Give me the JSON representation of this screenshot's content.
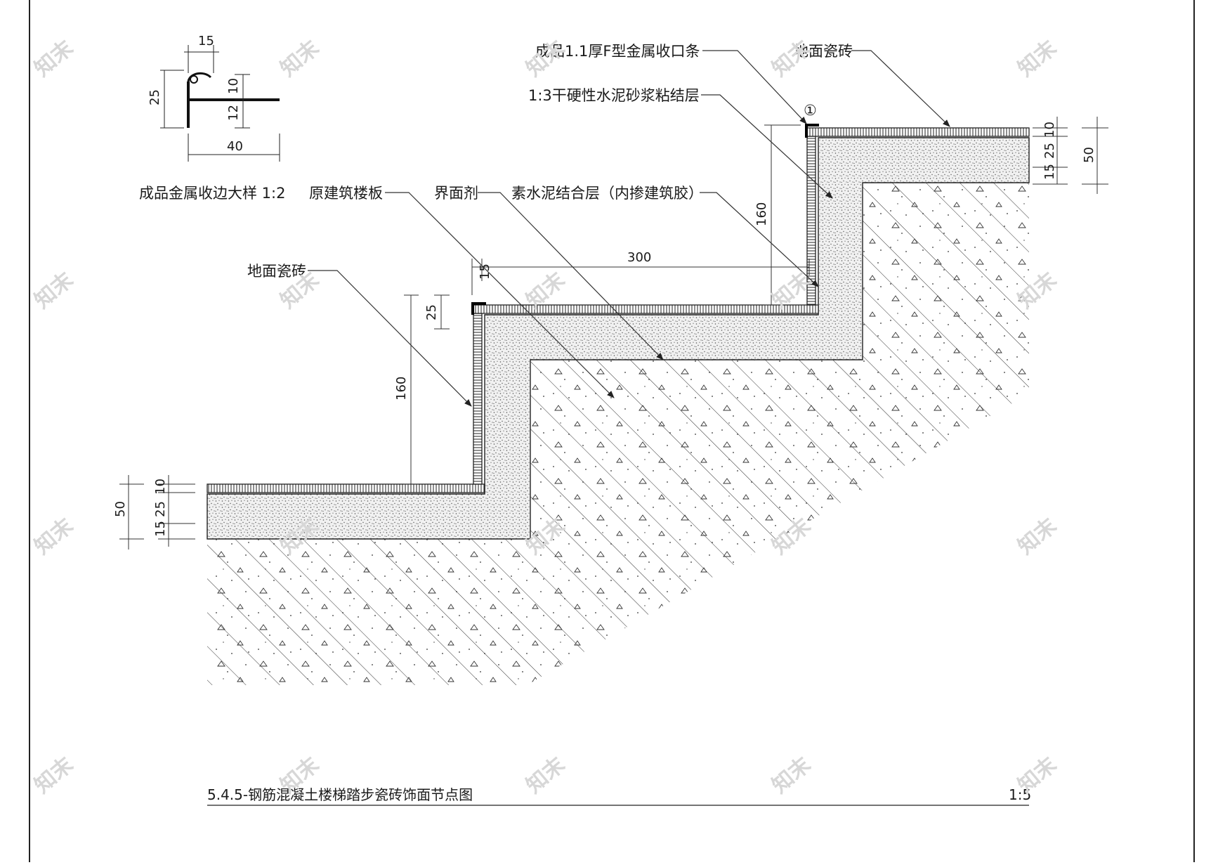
{
  "drawing": {
    "title": "5.4.5-钢筋混凝土楼梯踏步瓷砖饰面节点图",
    "scale": "1:5",
    "callout_marker": "①"
  },
  "detail": {
    "caption": "成品金属收边大样 1:2",
    "dims": [
      "15",
      "25",
      "10",
      "12",
      "40"
    ]
  },
  "labels": {
    "metal_edge_strip": "成品1.1厚F型金属收口条",
    "floor_tile_top": "地面瓷砖",
    "mortar_bond_layer": "1:3干硬性水泥砂浆粘结层",
    "original_slab": "原建筑楼板",
    "interface_agent": "界面剂",
    "cement_bond_layer": "素水泥结合层（内掺建筑胶）",
    "floor_tile_left": "地面瓷砖"
  },
  "dimensions": {
    "upper_riser": "160",
    "tread": "300",
    "nosing": "15",
    "lower_riser": "160",
    "lower_offset": "25",
    "right_layers": [
      "10",
      "25",
      "15"
    ],
    "right_total": "50",
    "left_layers": [
      "10",
      "25",
      "15"
    ],
    "left_total": "50"
  },
  "watermark": "知末"
}
